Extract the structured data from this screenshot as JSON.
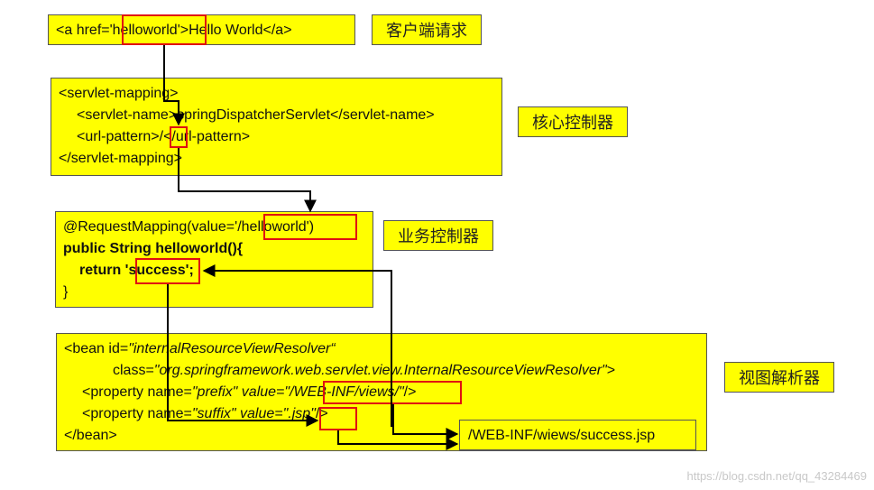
{
  "client": {
    "line": {
      "pre": "<a href='",
      "hl": "helloworld",
      "post": "'>Hello World</a>"
    },
    "label": "客户端请求"
  },
  "servlet": {
    "l1": "<servlet-mapping>",
    "l2": {
      "pre": "<servlet-name",
      "post": ">springDispatcherServlet</servlet-name>"
    },
    "l3": {
      "pre": "<url-pattern>",
      "hl": "/",
      "post": "</url-pattern>"
    },
    "l4": "</servlet-mapping>",
    "label": "核心控制器"
  },
  "controller": {
    "l1": {
      "pre": "@RequestMapping(value=",
      "hl": "'/helloworld'",
      "post": ")"
    },
    "l2": "public String helloworld(){",
    "l3": {
      "pre": "return '",
      "hl": "success",
      "post": "';"
    },
    "l4": "}",
    "label": "业务控制器"
  },
  "resolver": {
    "l1": {
      "pre": "<bean id=",
      "it": "\"internalResourceViewResolver“"
    },
    "l2": {
      "pre": "class=",
      "it": "\"org.springframework.web.servlet.view.InternalResourceViewResolver\"",
      "post": ">"
    },
    "l3": {
      "pre": "<property name=",
      "it1": "\"prefix\"",
      "mid": " value=",
      "hl": "\"/WEB-INF/views/\"",
      "post": "/>"
    },
    "l4": {
      "pre": "<property name=",
      "it1": "\"suffix\"",
      "mid": " value=",
      "hl": "\".jsp\"",
      "post": "/>"
    },
    "l5": "</bean>",
    "label": "视图解析器"
  },
  "result": "/WEB-INF/wiews/success.jsp",
  "watermark": "https://blog.csdn.net/qq_43284469",
  "colors": {
    "box": "#ffff00",
    "highlight": "#e01010",
    "arrow": "#000000"
  }
}
